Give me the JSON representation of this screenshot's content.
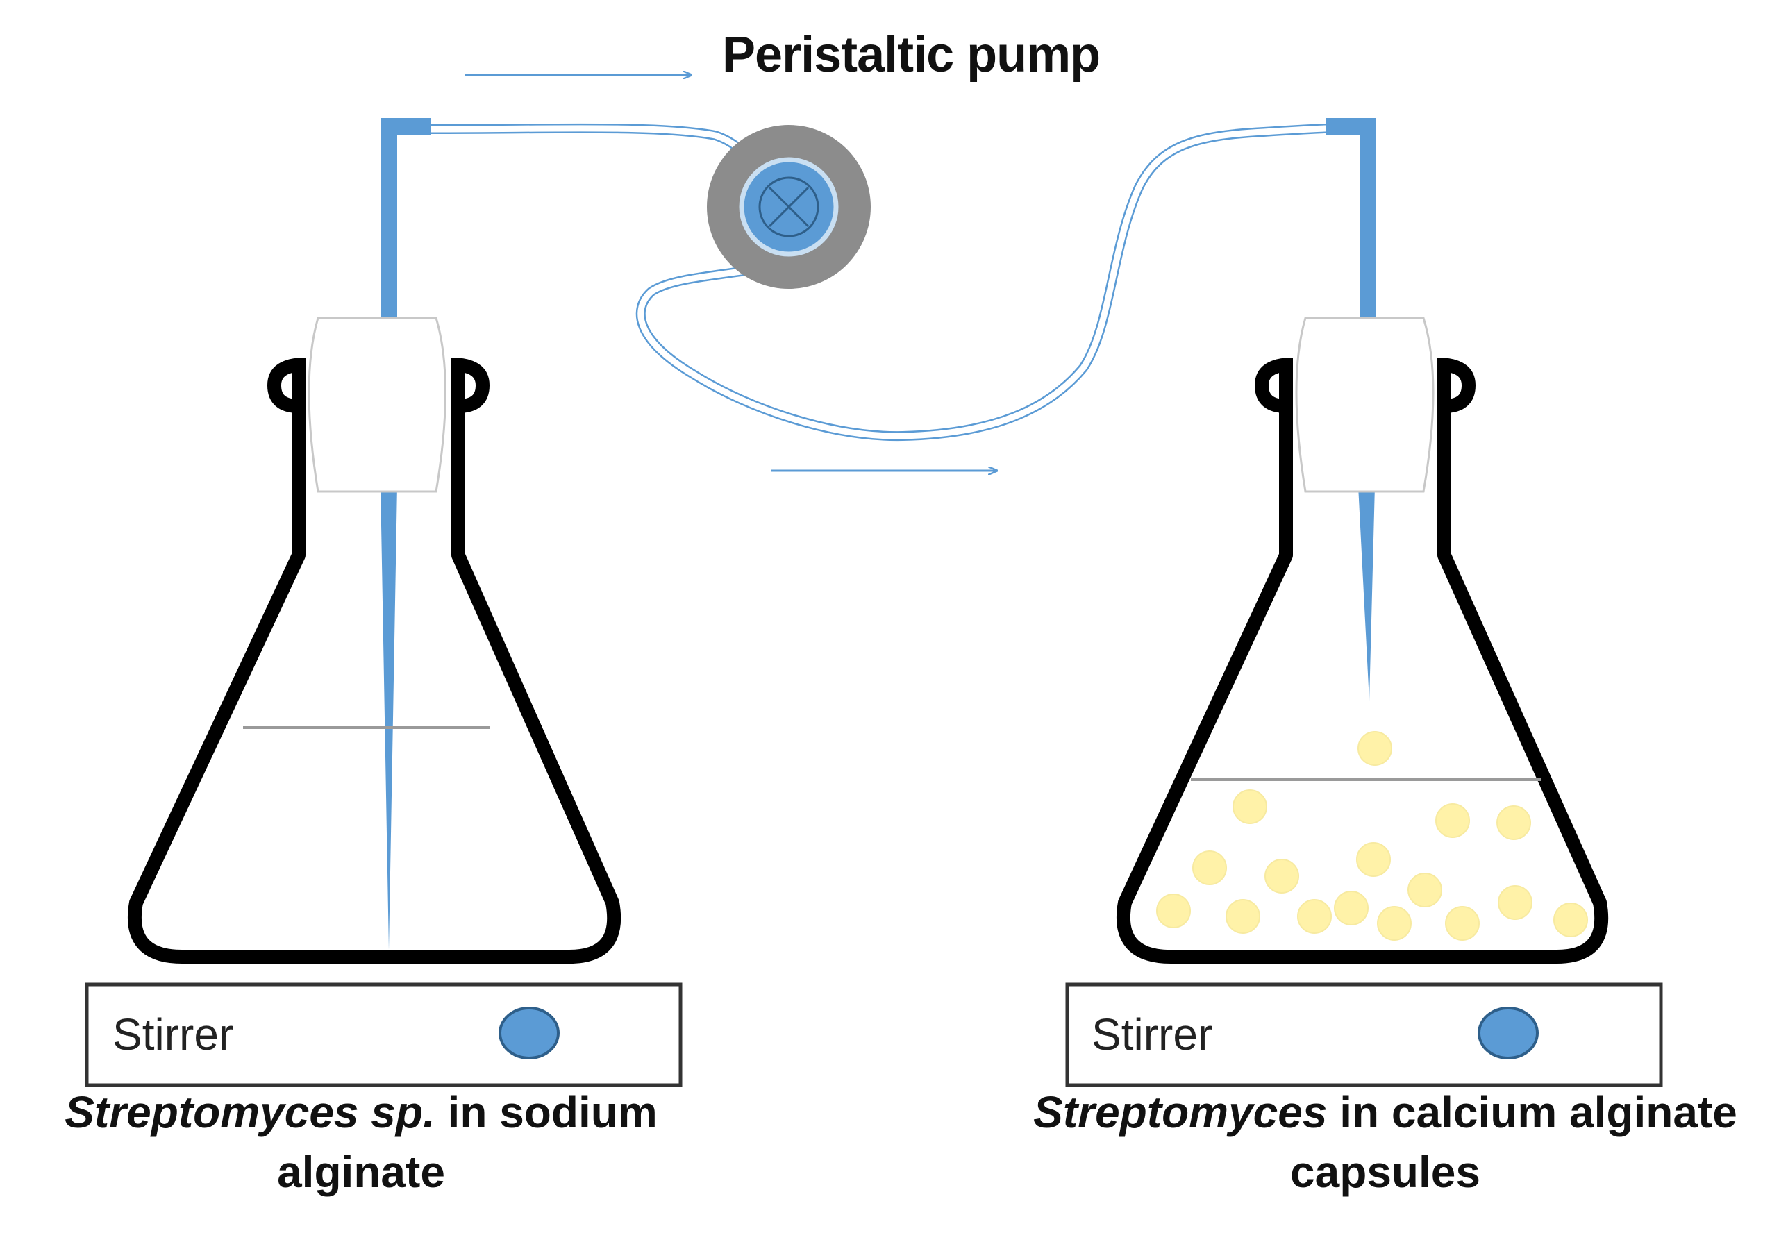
{
  "title": "Peristaltic pump",
  "left_flask": {
    "stirrer_label": "Stirrer",
    "caption_italic": "Streptomyces sp.",
    "caption_rest": " in sodium",
    "caption_line2": "alginate"
  },
  "right_flask": {
    "stirrer_label": "Stirrer",
    "caption_italic": "Streptomyces",
    "caption_rest": " in calcium alginate",
    "caption_line2": "capsules"
  },
  "colors": {
    "tube": "#5b9bd5",
    "flask_outline": "#000000",
    "pump_ring": "#8c8c8c",
    "bead": "#fff2a8",
    "arrow": "#5b9bd5"
  }
}
